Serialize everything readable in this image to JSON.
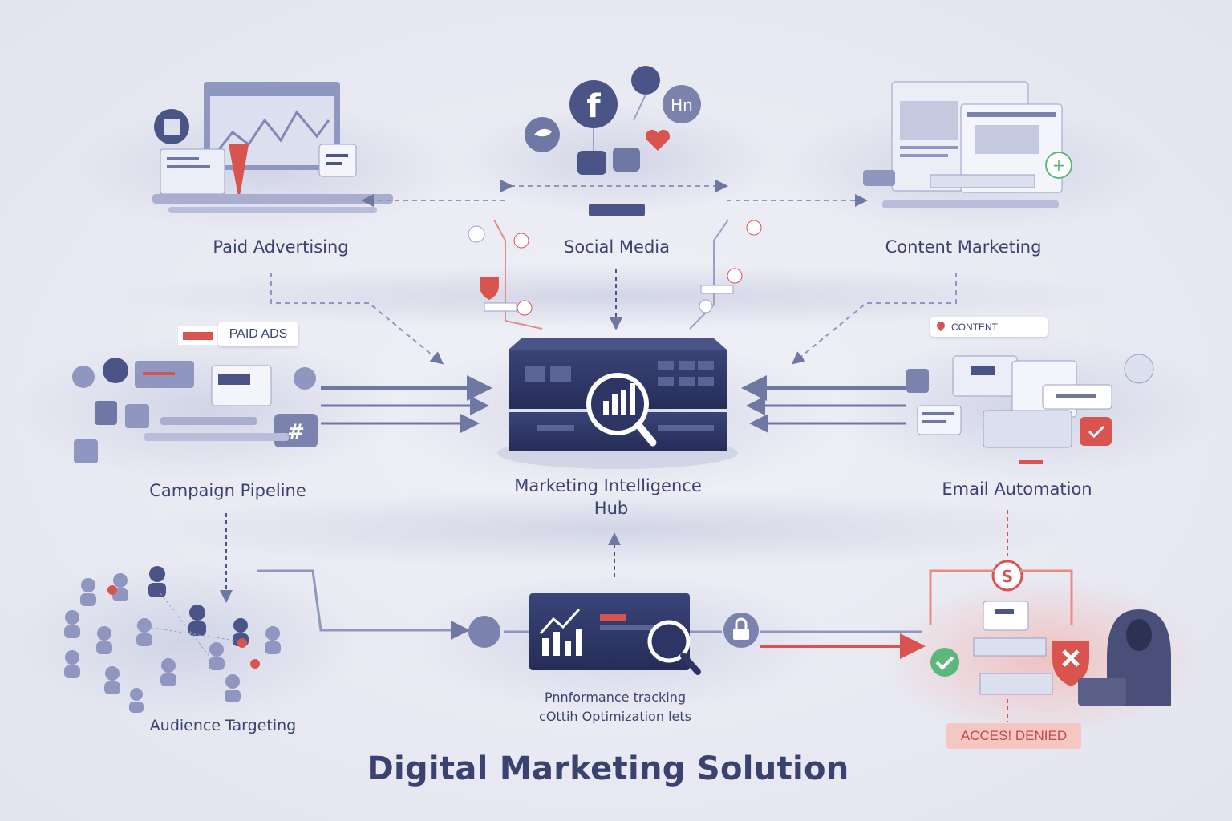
{
  "title": "Digital Marketing Solution",
  "nodes": {
    "paid_advertising": "Paid Advertising",
    "social_media": "Social Media",
    "content_marketing": "Content Marketing",
    "campaign_pipeline": "Campaign Pipeline",
    "hub_line1": "Marketing Intelligence",
    "hub_line2": "Hub",
    "email_automation": "Email Automation",
    "audience_targeting": "Audience Targeting",
    "performance_line1": "Pnnformance tracking",
    "performance_line2": "cOttih Optimization lets"
  },
  "tags": {
    "paid_ads": "PAID ADS",
    "content": "CONTENT",
    "access_denied": "ACCES! DENIED"
  },
  "icons": {
    "facebook": "f",
    "linkedin": "Hn",
    "hashtag": "#",
    "security": "S"
  },
  "colors": {
    "navy": "#2d3564",
    "slate": "#7a82ad",
    "red": "#d9534f",
    "green": "#5cb87a"
  }
}
